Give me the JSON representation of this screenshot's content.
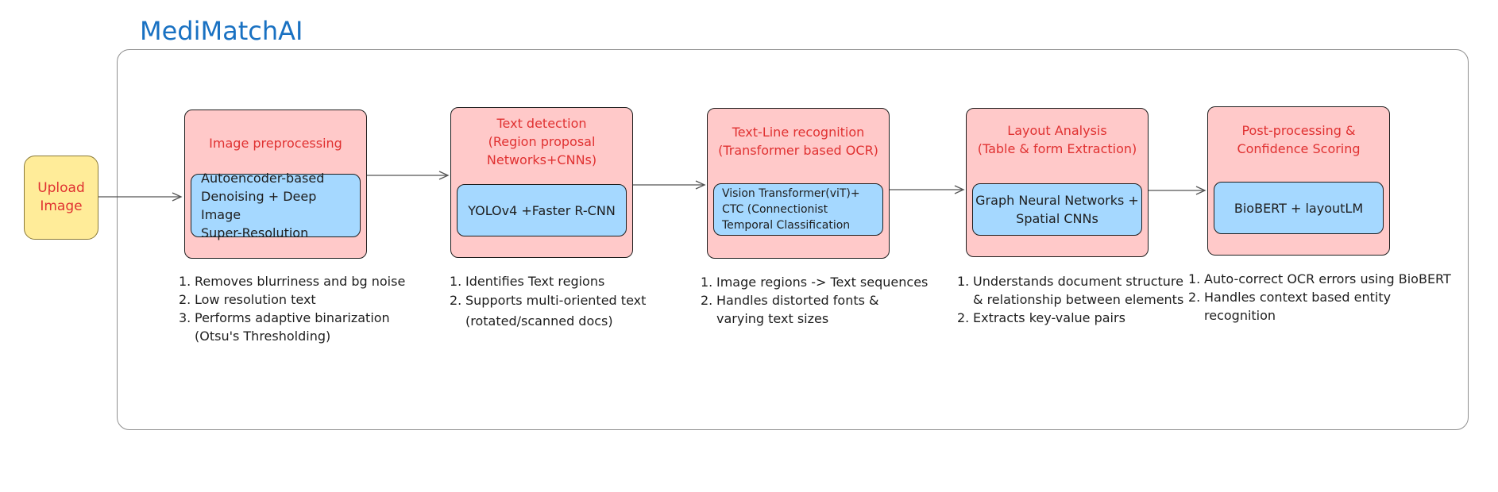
{
  "title": "MediMatchAI",
  "upload": {
    "label": "Upload\nImage"
  },
  "stages": [
    {
      "title": "Image preprocessing",
      "inner": "Autoencoder-based\nDenoising + Deep Image\nSuper-Resolution",
      "notes": [
        "Removes blurriness and bg noise",
        "Low resolution text",
        "Performs adaptive binarization\n(Otsu's Thresholding)"
      ]
    },
    {
      "title": "Text detection\n(Region proposal\nNetworks+CNNs)",
      "inner": "YOLOv4 +Faster R-CNN",
      "notes": [
        "Identifies Text regions",
        "Supports multi-oriented text\n(rotated/scanned docs)"
      ]
    },
    {
      "title": "Text-Line recognition\n(Transformer based OCR)",
      "inner": "Vision Transformer(viT)+\nCTC (Connectionist\nTemporal Classification",
      "notes": [
        "Image regions -> Text sequences",
        "Handles distorted fonts &\nvarying text sizes"
      ]
    },
    {
      "title": "Layout Analysis\n(Table & form Extraction)",
      "inner": "Graph Neural Networks +\nSpatial CNNs",
      "notes": [
        "Understands document structure\n& relationship between elements",
        "Extracts key-value pairs"
      ]
    },
    {
      "title": "Post-processing &\nConfidence Scoring",
      "inner": "BioBERT + layoutLM",
      "notes": [
        "Auto-correct OCR errors using BioBERT",
        "Handles context based entity recognition"
      ]
    }
  ]
}
